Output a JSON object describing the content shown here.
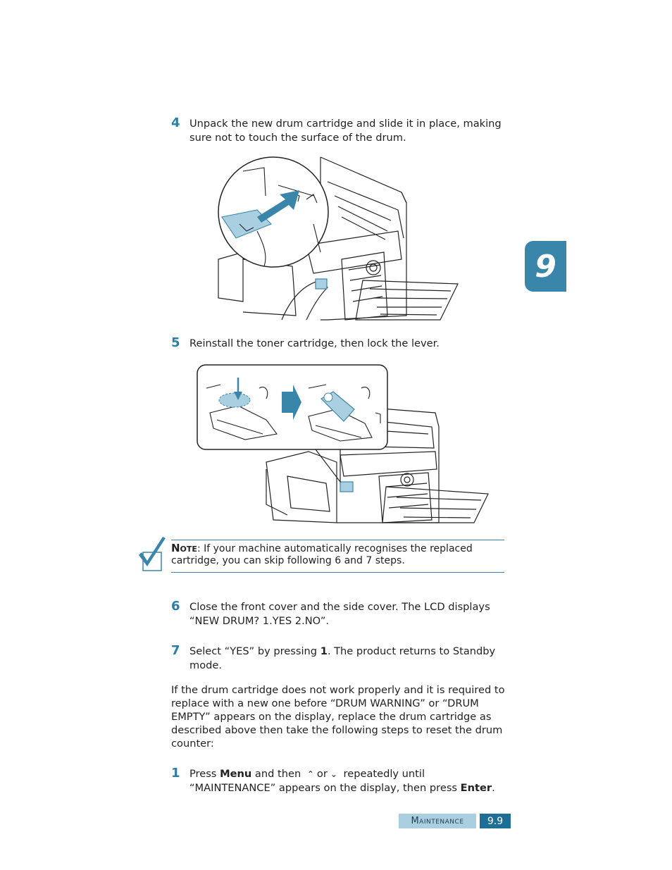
{
  "chapter_tab": "9",
  "steps_top": [
    {
      "num": "4",
      "text": "Unpack the new drum cartridge and slide it in place, making sure not to touch the surface of the drum."
    },
    {
      "num": "5",
      "text": "Reinstall the toner cartridge, then lock the lever."
    }
  ],
  "note": {
    "label": "Note",
    "text": ": If your machine automatically recognises the replaced cartridge, you can skip following 6 and 7 steps."
  },
  "step6": {
    "num": "6",
    "text": "Close the front cover and the side cover. The LCD displays “NEW DRUM? 1.YES 2.NO”."
  },
  "step7": {
    "num": "7",
    "pre": "Select “YES” by pressing ",
    "bold": "1",
    "post": ". The product returns to Standby mode."
  },
  "paragraph": "If the drum cartridge does not work properly and it is required to replace with a new one before “DRUM WARNING” or “DRUM EMPTY” appears on the display, replace the drum cartridge as described above then take the following steps to reset the drum counter:",
  "step1": {
    "num": "1",
    "pre": "Press ",
    "bold1": "Menu",
    "mid1": " and then ",
    "up_glyph": "⌃",
    "or": "or",
    "down_glyph": "⌄",
    "mid2": " repeatedly until “MAINTENANCE” appears on the display, then press ",
    "bold2": "Enter",
    "post": "."
  },
  "footer": {
    "section": "Maintenance",
    "page": "9.9"
  },
  "colors": {
    "accent": "#3a86ab",
    "footer_light": "#a9cfe0",
    "footer_dark": "#1f6e96"
  }
}
